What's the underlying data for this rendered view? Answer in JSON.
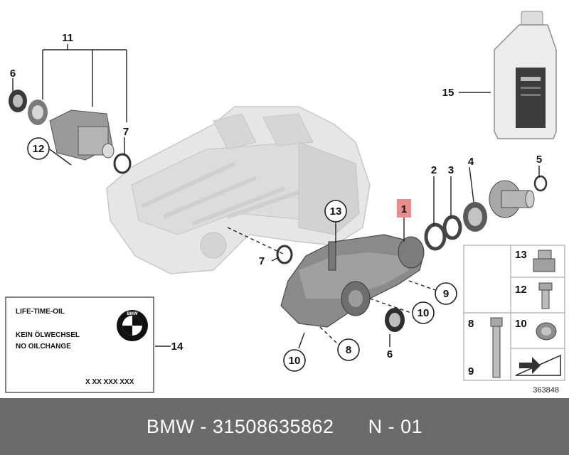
{
  "callouts": {
    "c1": "1",
    "c2": "2",
    "c3": "3",
    "c4": "4",
    "c5": "5",
    "c6a": "6",
    "c6b": "6",
    "c7a": "7",
    "c7b": "7",
    "c8": "8",
    "c9": "9",
    "c10a": "10",
    "c10b": "10",
    "c11": "11",
    "c12": "12",
    "c13": "13",
    "c14": "14",
    "c15": "15"
  },
  "oil_label": {
    "line1": "LIFE-TIME-OIL",
    "line2": "KEIN ÖLWECHSEL",
    "line3": "NO OILCHANGE",
    "code": "X XX XXX XXX",
    "logo_text": "BMW"
  },
  "legend": {
    "r13": "13",
    "r12": "12",
    "r10": "10",
    "r8": "8",
    "r9": "9"
  },
  "diagram_number": "363848",
  "footer": {
    "brand": "BMW",
    "separator": " - ",
    "part_number": "31508635862",
    "gap": "      ",
    "page": "N - 01"
  },
  "colors": {
    "engine_ghost": "#e6e6e6",
    "diff_body": "#8a8a8a",
    "highlight_box": "#e88c8c",
    "footer_bg": "#6b6b6b"
  }
}
